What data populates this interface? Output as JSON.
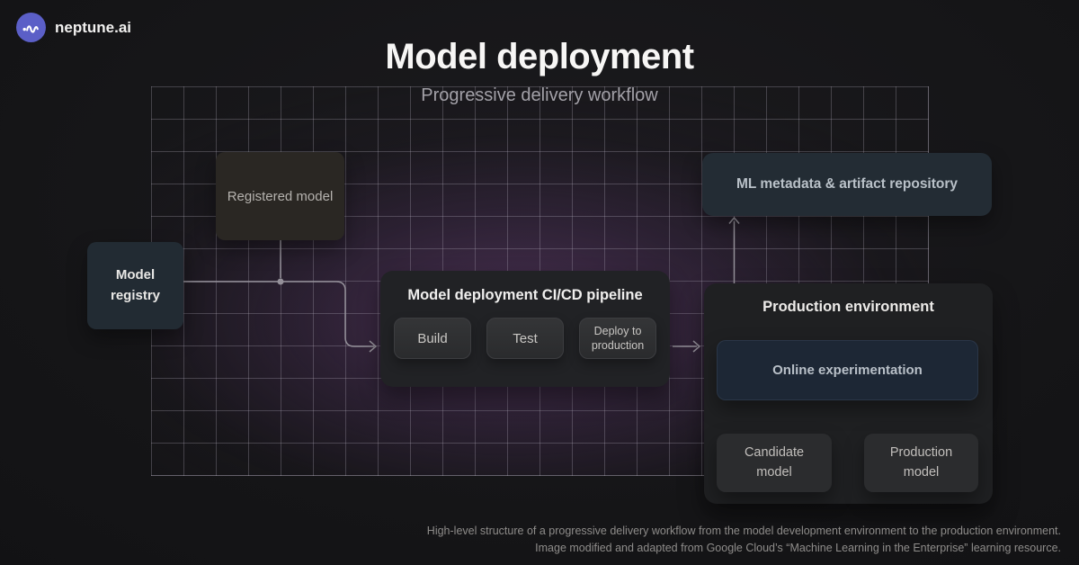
{
  "brand": {
    "name": "neptune.ai"
  },
  "header": {
    "title": "Model deployment",
    "subtitle": "Progressive delivery workflow"
  },
  "nodes": {
    "registered_model": "Registered model",
    "model_registry": "Model registry",
    "cicd": {
      "title": "Model deployment CI/CD pipeline",
      "build": "Build",
      "test": "Test",
      "deploy": "Deploy to production"
    },
    "ml_metadata": "ML metadata & artifact repository",
    "production": {
      "title": "Production environment",
      "online_experimentation": "Online experimentation",
      "candidate_model": "Candidate model",
      "production_model": "Production model"
    }
  },
  "caption": {
    "line1": "High-level structure of a progressive delivery workflow from the model development environment to the production environment.",
    "line2": "Image modified and adapted from Google Cloud’s “Machine Learning in the Enterprise” learning resource."
  },
  "colors": {
    "logo": "#5b5fc7",
    "grid_glow": "#683e75",
    "grid_line": "rgba(186,180,196,0.28)",
    "connector": "#949099",
    "registry_box": "#222b33",
    "metadata_box": "#232c34",
    "online_exp_box": "#1d2735",
    "registered_model_box": "#2a2723",
    "neutral_box": "#2b2c2e",
    "panel_box": "#212225"
  }
}
